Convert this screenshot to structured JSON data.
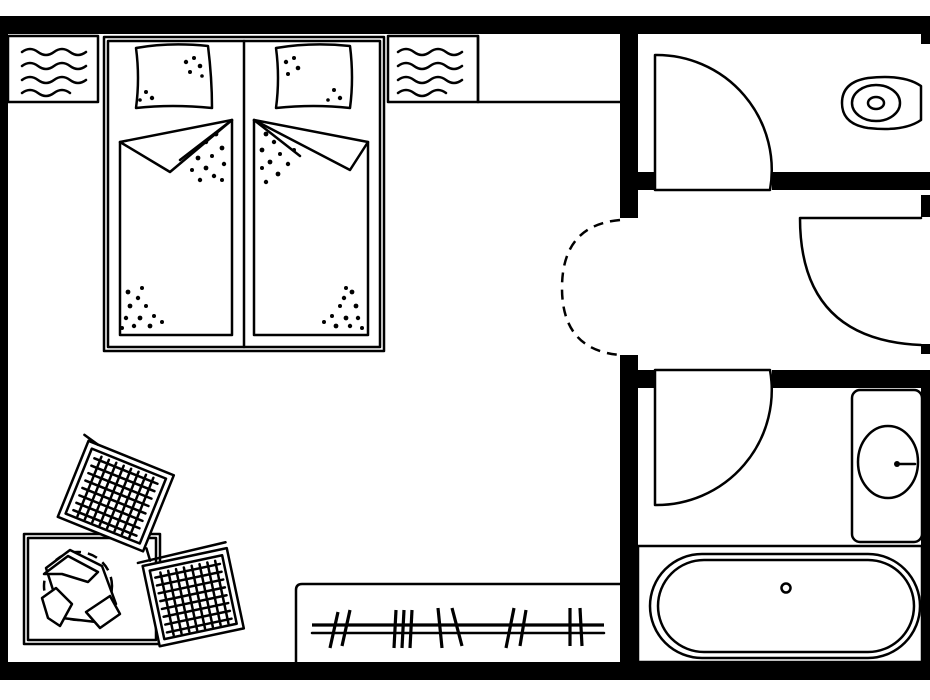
{
  "diagram": {
    "type": "floor-plan",
    "rooms": [
      "bedroom",
      "bathroom",
      "toilet"
    ],
    "colors": {
      "ink": "#000000",
      "paper": "#ffffff"
    },
    "icons": [
      "double-bed-icon",
      "pillow-icon",
      "nightstand-icon",
      "wardrobe-icon",
      "desk-icon",
      "chair-icon",
      "toilet-icon",
      "sink-icon",
      "bathtub-icon",
      "door-swing-icon"
    ]
  }
}
